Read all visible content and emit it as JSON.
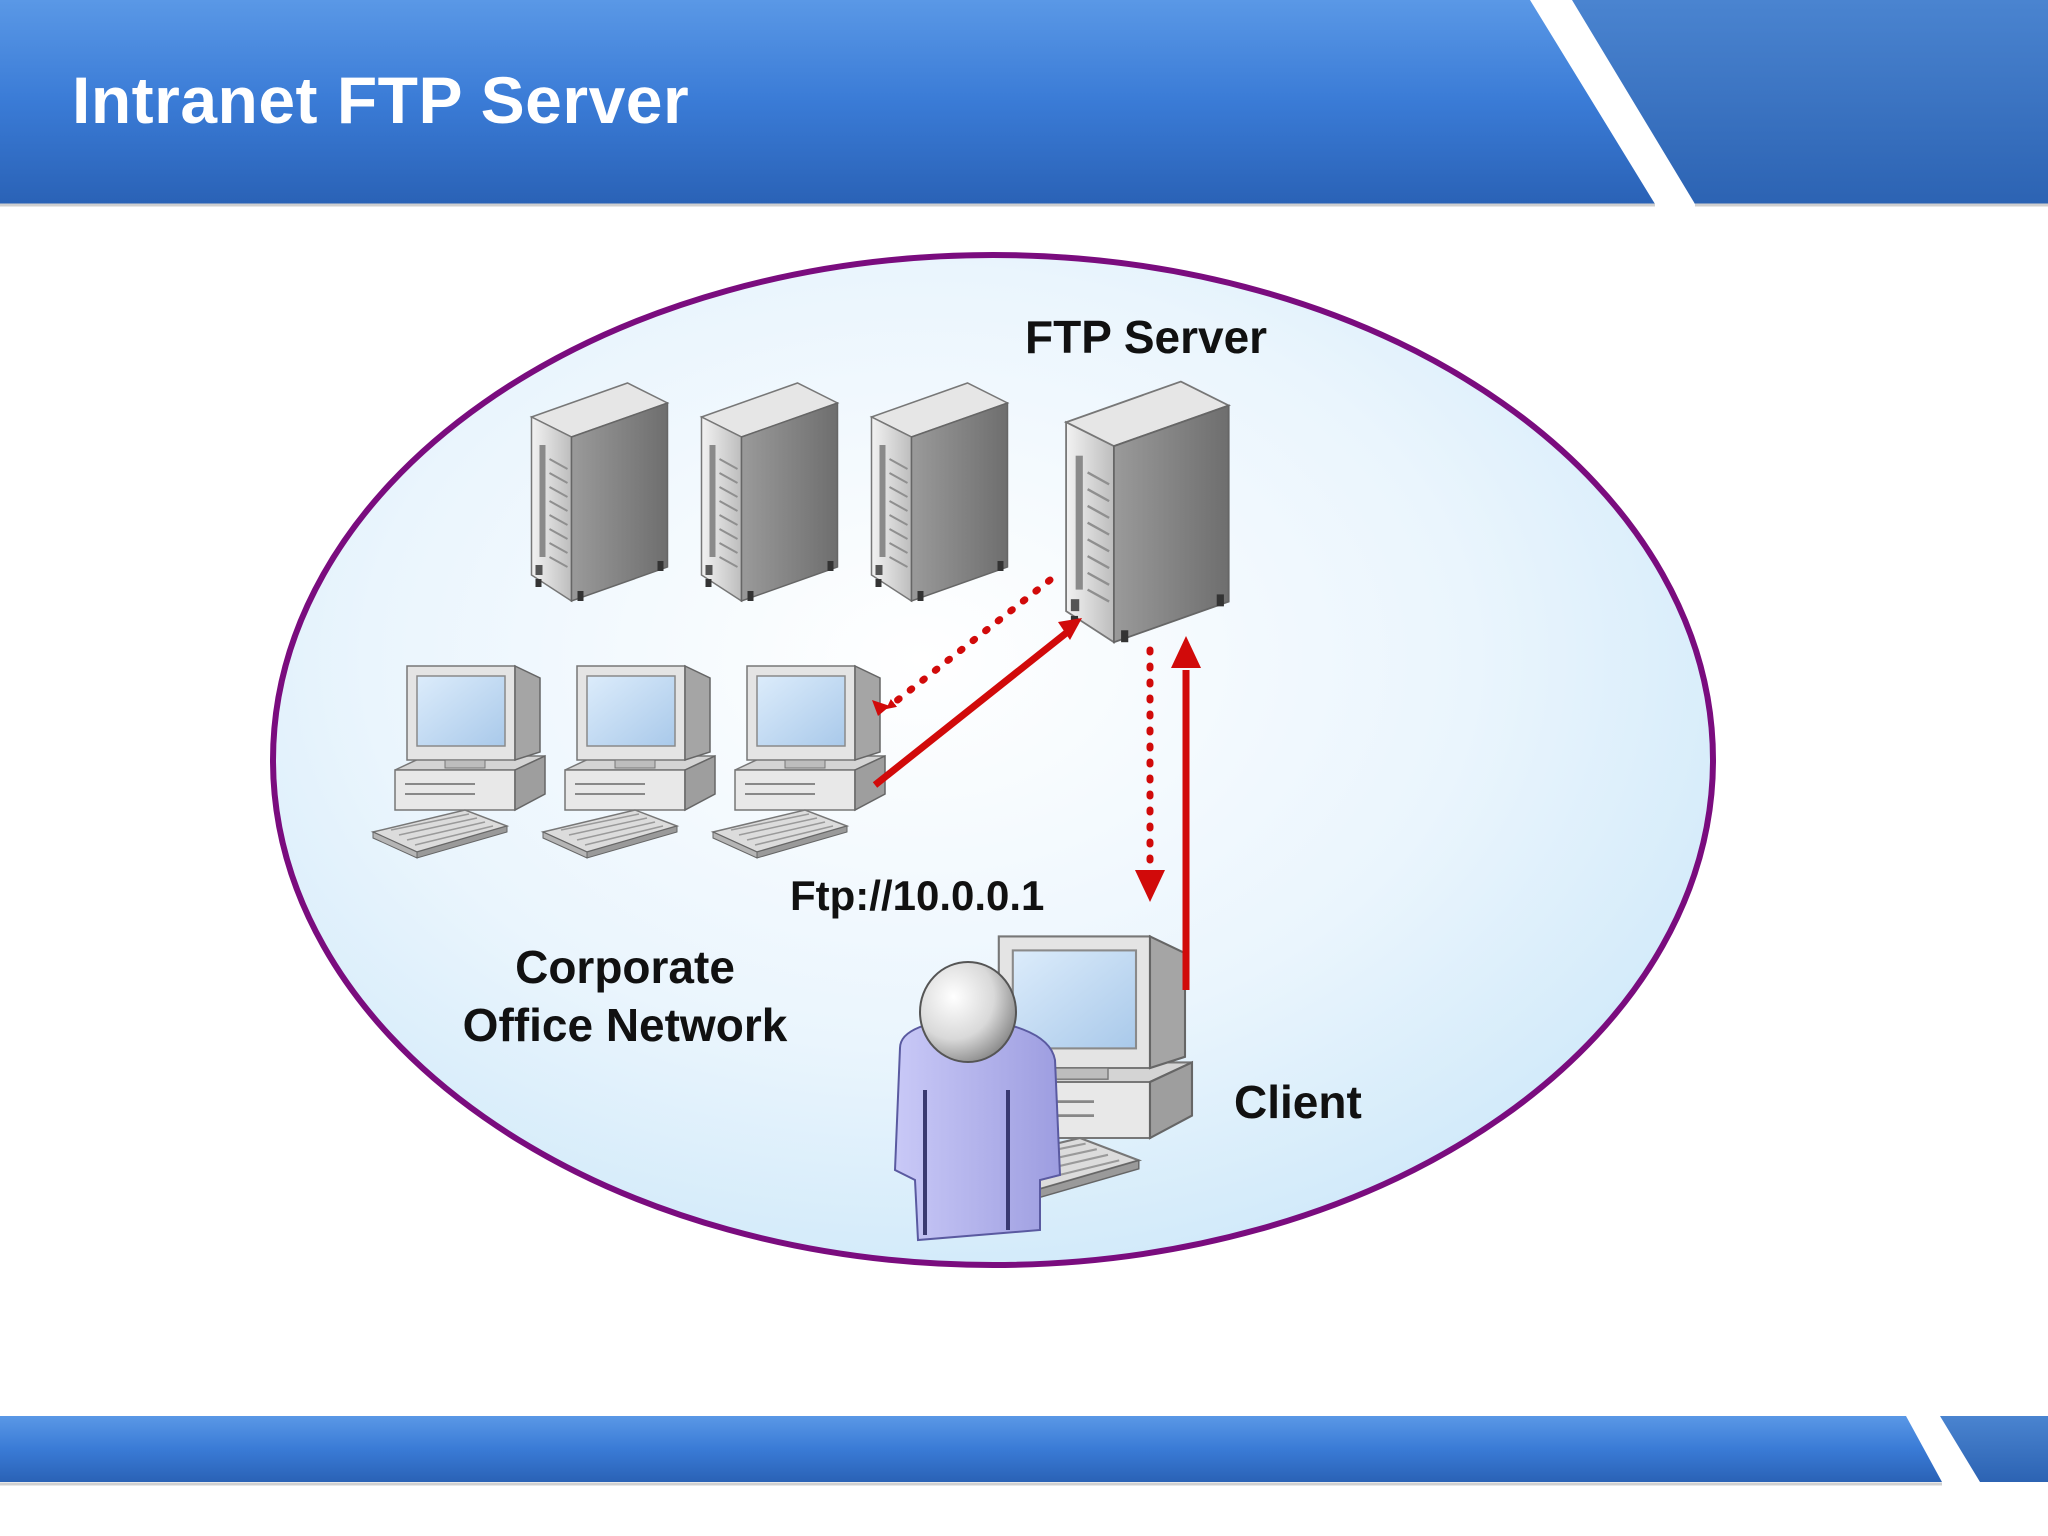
{
  "slide": {
    "title": "Intranet FTP Server"
  },
  "diagram": {
    "ftp_server_label": "FTP Server",
    "url_label": "Ftp://10.0.0.1",
    "client_label": "Client",
    "network_label_line1": "Corporate",
    "network_label_line2": "Office Network"
  },
  "colors": {
    "header_blue": "#3b7dd8",
    "header_dark": "#2a64b8",
    "ellipse_stroke": "#7a0c7e",
    "arrow_red": "#d10a0a",
    "person_fill": "#b8b8f0"
  }
}
